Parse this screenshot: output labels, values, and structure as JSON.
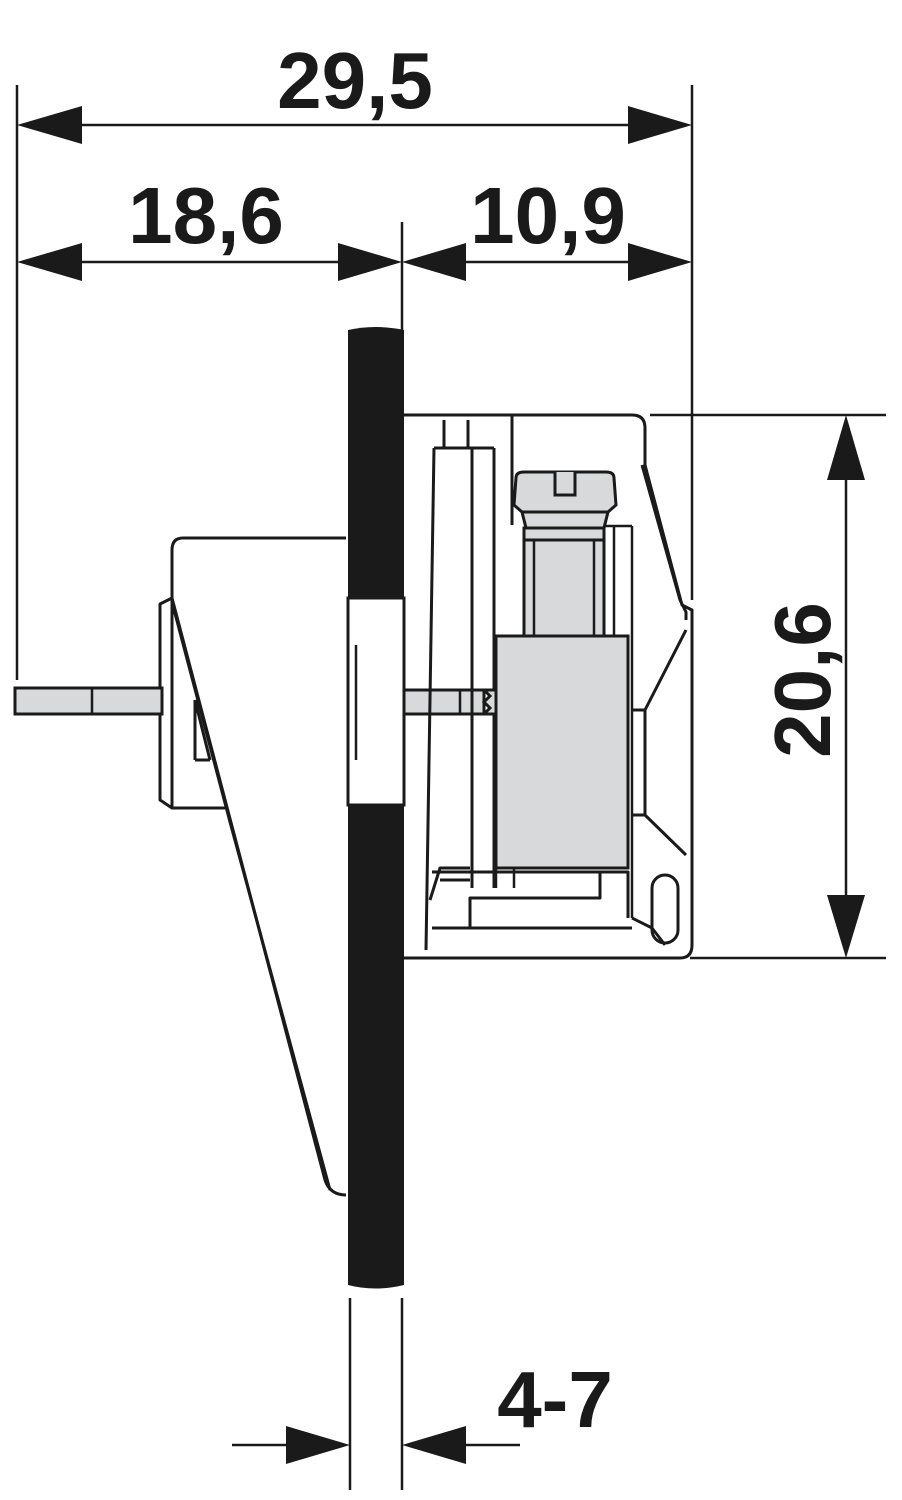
{
  "dimensions": {
    "overall_width": "29,5",
    "left_depth": "18,6",
    "right_depth": "10,9",
    "height": "20,6",
    "panel_thickness": "4-7"
  },
  "colors": {
    "line": "#1a1a1a",
    "metal": "#d8d9db",
    "background": "#ffffff"
  }
}
